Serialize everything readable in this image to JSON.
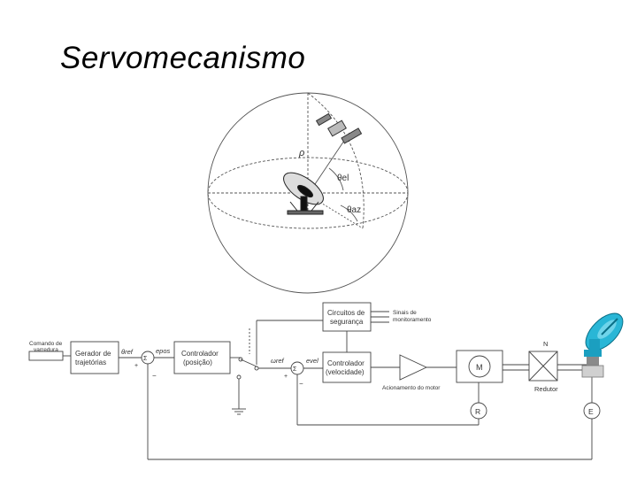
{
  "slide": {
    "title": "Servomecanismo"
  },
  "sphere": {
    "symbol_rho": "ρ",
    "label_el": "θel",
    "label_az": "θaz"
  },
  "block_diagram": {
    "command_label_line1": "Comando de",
    "command_label_line2": "varredura",
    "trajectory_generator_line1": "Gerador de",
    "trajectory_generator_line2": "trajetórias",
    "theta_ref": "θref",
    "e_pos": "epos",
    "position_controller_line1": "Controlador",
    "position_controller_line2": "(posição)",
    "omega_ref": "ωref",
    "e_vel": "evel",
    "velocity_controller_line1": "Controlador",
    "velocity_controller_line2": "(velocidade)",
    "safety_line1": "Circuitos de",
    "safety_line2": "segurança",
    "monitor_line1": "Sinais de",
    "monitor_line2": "monitoramento",
    "motor_driver": "Acionamento do motor",
    "motor": "M",
    "reducer": "Redutor",
    "reducer_ratio": "N",
    "tachometer": "R",
    "encoder": "E",
    "sum_symbol": "Σ",
    "plus": "+",
    "minus": "−"
  }
}
